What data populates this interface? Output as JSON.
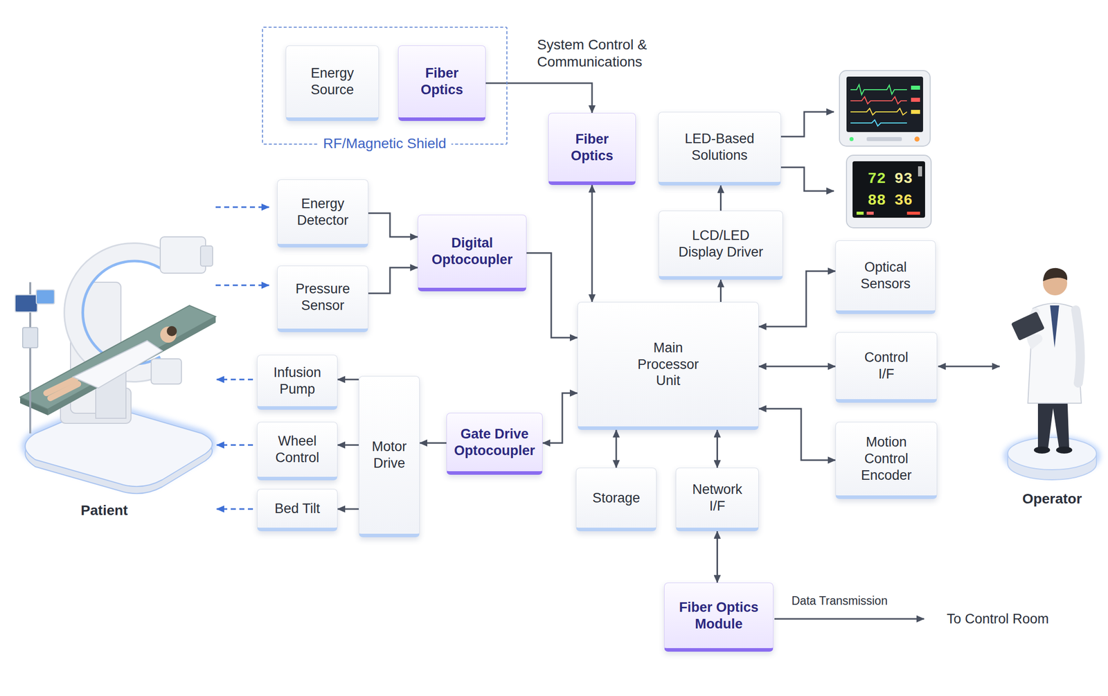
{
  "diagram": {
    "nodes": [
      {
        "text": [
          "RF/Magnetic Shield"
        ]
      },
      {
        "text": [
          "Energy Source"
        ],
        "in": 0
      },
      {
        "text": [
          "Fiber Optics"
        ],
        "in": 0
      },
      {
        "text": [
          "Fiber Optics"
        ]
      },
      {
        "text": [
          "LED-Based Solutions"
        ]
      },
      {
        "text": [
          "Energy Detector"
        ]
      },
      {
        "text": [
          "Digital Optocoupler"
        ]
      },
      {
        "text": [
          "Pressure Sensor"
        ]
      },
      {
        "text": [
          "LCD/LED Display Driver"
        ]
      },
      {
        "text": [
          "Optical Sensors"
        ]
      },
      {
        "text": [
          "Main Processor Unit"
        ]
      },
      {
        "text": [
          "Control I/F"
        ]
      },
      {
        "text": [
          "Infusion Pump"
        ]
      },
      {
        "text": [
          "Motor Drive"
        ]
      },
      {
        "text": [
          "Gate Drive Optocoupler"
        ]
      },
      {
        "text": [
          "Wheel Control"
        ]
      },
      {
        "text": [
          "Motion Control Encoder"
        ]
      },
      {
        "text": [
          "Bed Tilt"
        ]
      },
      {
        "text": [
          "Storage"
        ]
      },
      {
        "text": [
          "Network I/F"
        ]
      },
      {
        "text": [
          "Fiber Optics Module"
        ]
      }
    ],
    "edges": [
      {
        "from": 2,
        "to": 3,
        "arrow": "to",
        "label": "System Control & Communications"
      },
      {
        "from": 3,
        "to": 10,
        "arrow": "both"
      },
      {
        "from": 5,
        "to": 6,
        "arrow": "to"
      },
      {
        "from": 7,
        "to": 6,
        "arrow": "to"
      },
      {
        "from": 6,
        "to": 10,
        "arrow": "to"
      },
      {
        "from": 10,
        "to": 8,
        "arrow": "to"
      },
      {
        "from": 8,
        "to": 4,
        "arrow": "to"
      },
      {
        "from": 10,
        "to": 9,
        "arrow": "both"
      },
      {
        "from": 10,
        "to": 11,
        "arrow": "both"
      },
      {
        "from": 10,
        "to": 16,
        "arrow": "both"
      },
      {
        "from": 14,
        "to": 10,
        "arrow": "both"
      },
      {
        "from": 14,
        "to": 13,
        "arrow": "to"
      },
      {
        "from": 13,
        "to": 12,
        "arrow": "to"
      },
      {
        "from": 13,
        "to": 15,
        "arrow": "to"
      },
      {
        "from": 13,
        "to": 17,
        "arrow": "to"
      },
      {
        "from": 10,
        "to": 18,
        "arrow": "both"
      },
      {
        "from": 10,
        "to": 19,
        "arrow": "both"
      },
      {
        "from": 19,
        "to": 20,
        "arrow": "both"
      }
    ],
    "labels": [
      "Patient",
      "Operator",
      "Data Transmission",
      "To Control Room",
      "72",
      "93",
      "88",
      "36"
    ]
  }
}
